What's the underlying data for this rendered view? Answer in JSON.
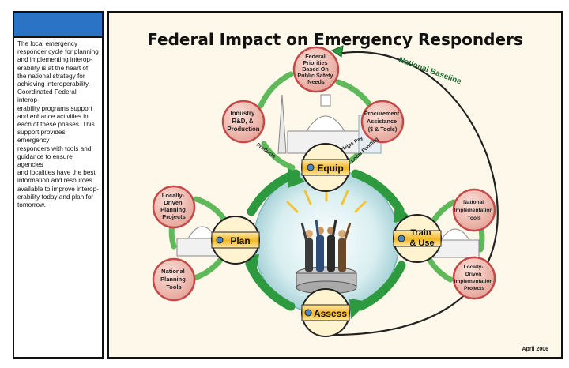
{
  "sidebar": {
    "description_lines": [
      "The local emergency",
      "responder cycle for planning",
      "and implementing interop-",
      "erability is at the heart of",
      "the national strategy for",
      "achieving interoperability.",
      "Coordinated Federal interop-",
      "erability programs support",
      "and enhance activities in",
      "each of these phases. This",
      "support provides emergency",
      "responders with tools and",
      "guidance to ensure agencies",
      "and localities have the best",
      "information and resources",
      "available to improve interop-",
      "erability today and plan for",
      "tomorrow."
    ]
  },
  "diagram": {
    "title": "Federal Impact on Emergency Responders",
    "phases": {
      "equip": "Equip",
      "train": [
        "Train",
        "& Use"
      ],
      "assess": "Assess",
      "plan": "Plan"
    },
    "top_cluster": {
      "federal_priorities": [
        "Federal",
        "Priorities",
        "Based On",
        "Public Safety",
        "Needs"
      ],
      "industry": [
        "Industry",
        "R&D, &",
        "Production"
      ],
      "procurement": [
        "Procurement",
        "Assistance",
        "($ & Tools)"
      ],
      "products": "Products",
      "helps_pay": "$ Helps Pay",
      "local_funding": "Local Funding"
    },
    "left_cluster": {
      "locally_driven": [
        "Locally-",
        "Driven",
        "Planning",
        "Projects"
      ],
      "national_tools": [
        "National",
        "Planning",
        "Tools"
      ]
    },
    "right_cluster": {
      "national_impl": [
        "National",
        "Implementation",
        "Tools"
      ],
      "locally_impl": [
        "Locally-",
        "Driven",
        "Implementation",
        "Projects"
      ]
    },
    "national_baseline": "National Baseline",
    "date": "April 2006",
    "colors": {
      "arrow_green": "#2e9a3f",
      "bubble_red": "#c44a4a",
      "phase_gold": "#f2b624",
      "sidebar_blue": "#2b73c4"
    }
  }
}
